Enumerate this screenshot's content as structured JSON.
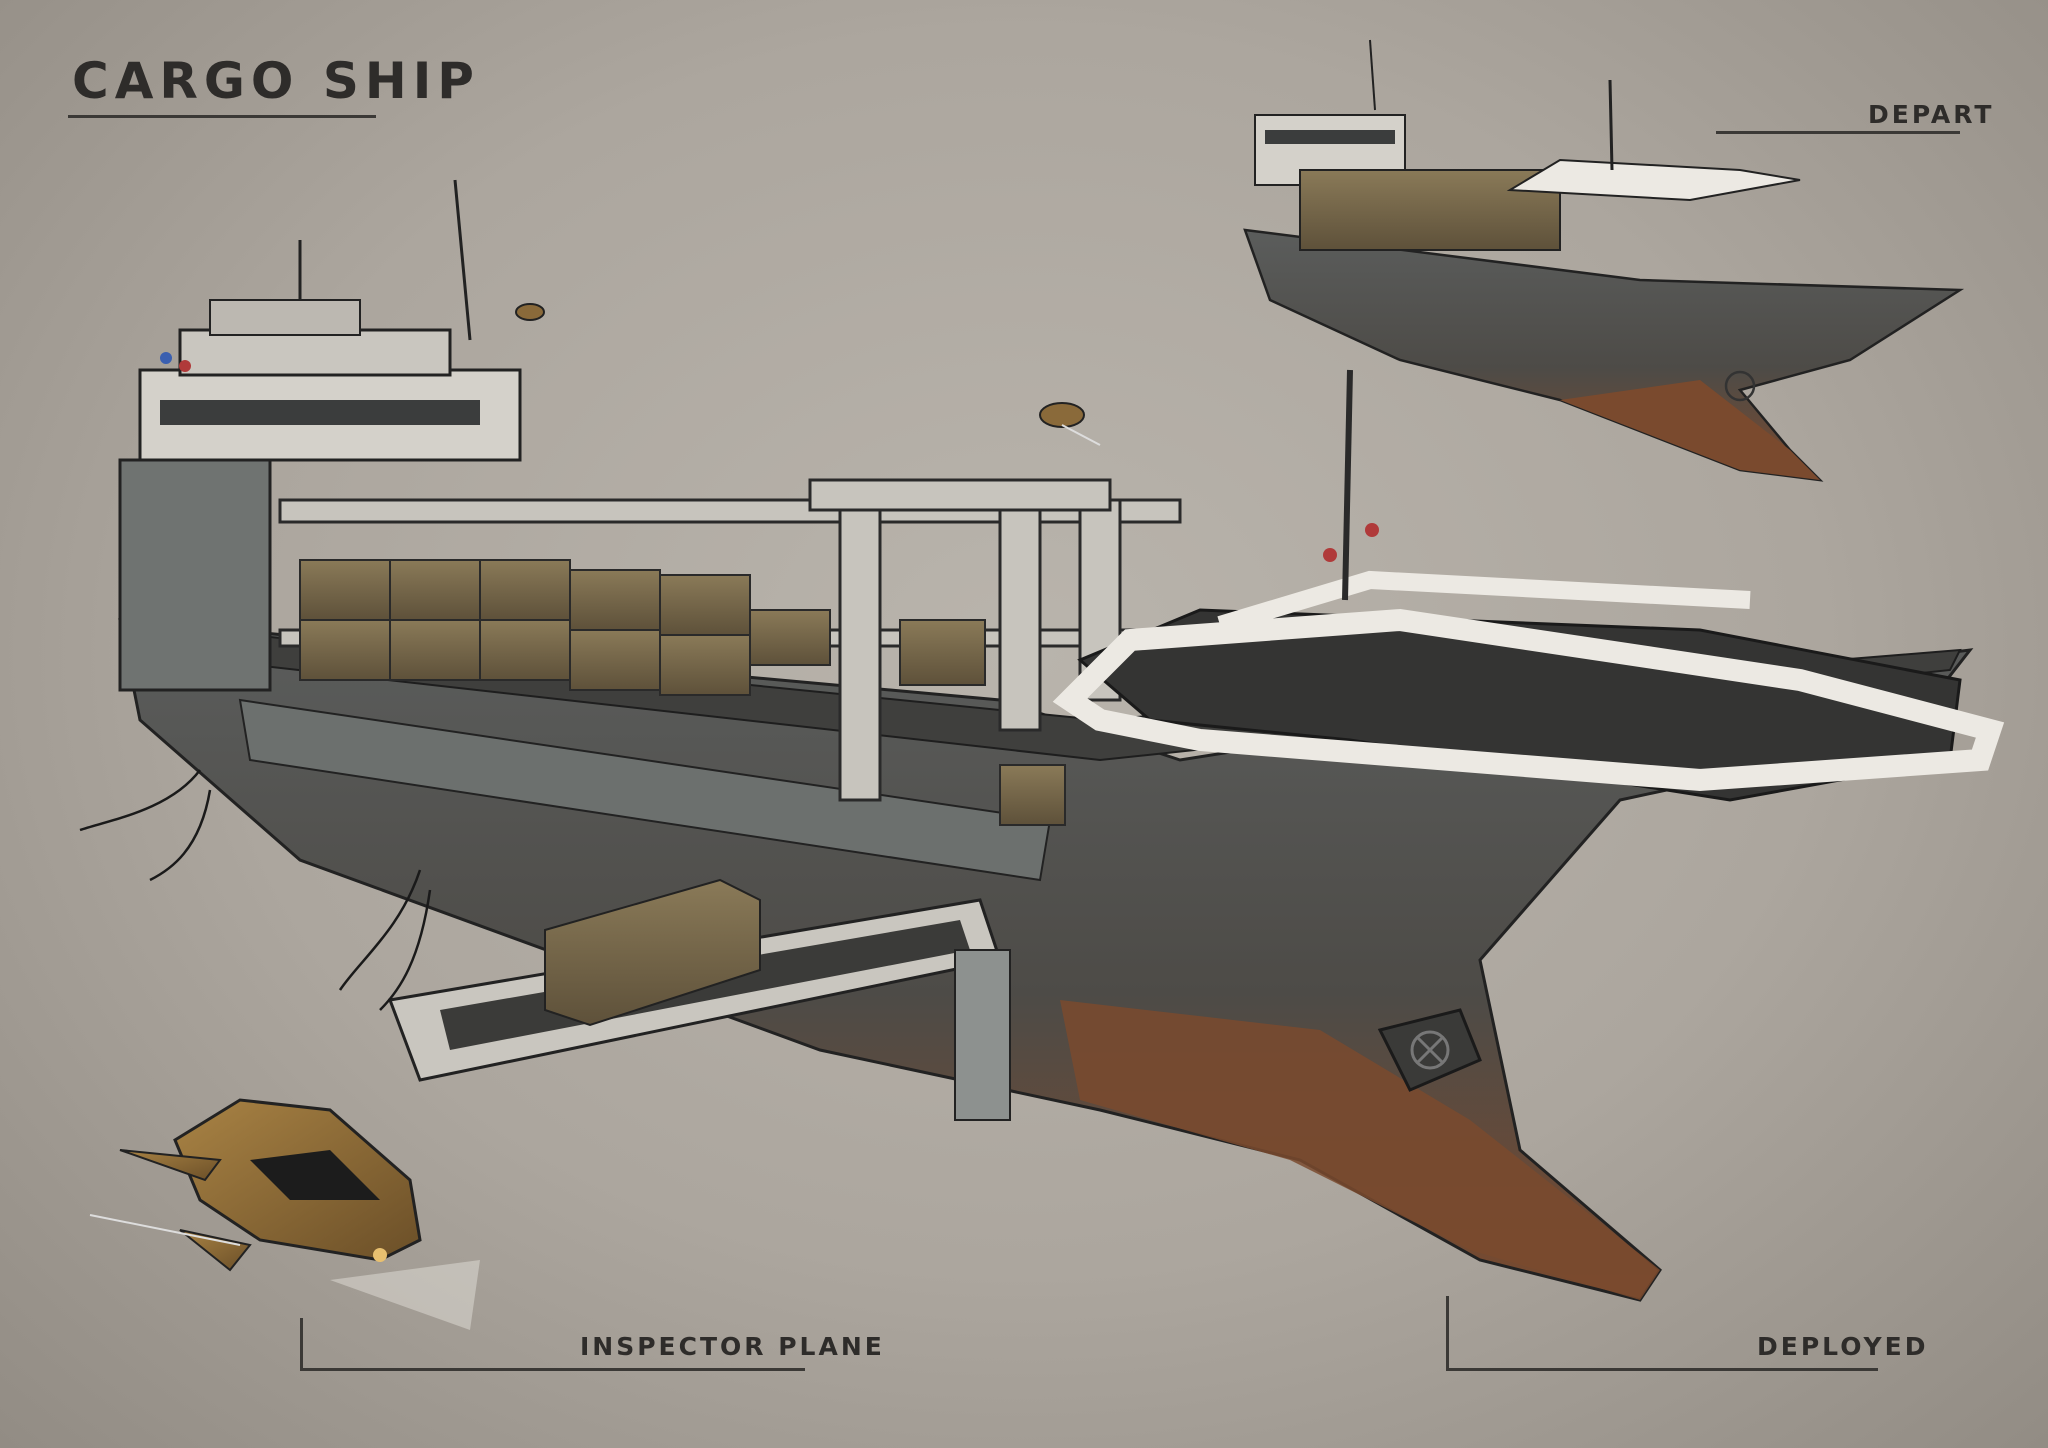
{
  "title": "CARGO SHIP",
  "labels": {
    "depart": "DEPART",
    "inspector_plane": "INSPECTOR PLANE",
    "deployed": "DEPLOYED"
  },
  "colors": {
    "paper": "#aca69e",
    "hull_steel": "#5b5d5c",
    "hull_rust": "#7a4a2e",
    "deck_white": "#e6e4df",
    "container": "#7a6a4c",
    "plane_body": "#8a6a3a",
    "ink": "#2e2c2a"
  },
  "illustrations": [
    {
      "name": "cargo-ship-deployed",
      "icon": "cargo-ship-icon"
    },
    {
      "name": "cargo-ship-depart",
      "icon": "cargo-ship-icon"
    },
    {
      "name": "inspector-plane",
      "icon": "aircraft-icon"
    },
    {
      "name": "drone-1",
      "icon": "drone-icon"
    },
    {
      "name": "drone-2",
      "icon": "drone-icon"
    }
  ]
}
